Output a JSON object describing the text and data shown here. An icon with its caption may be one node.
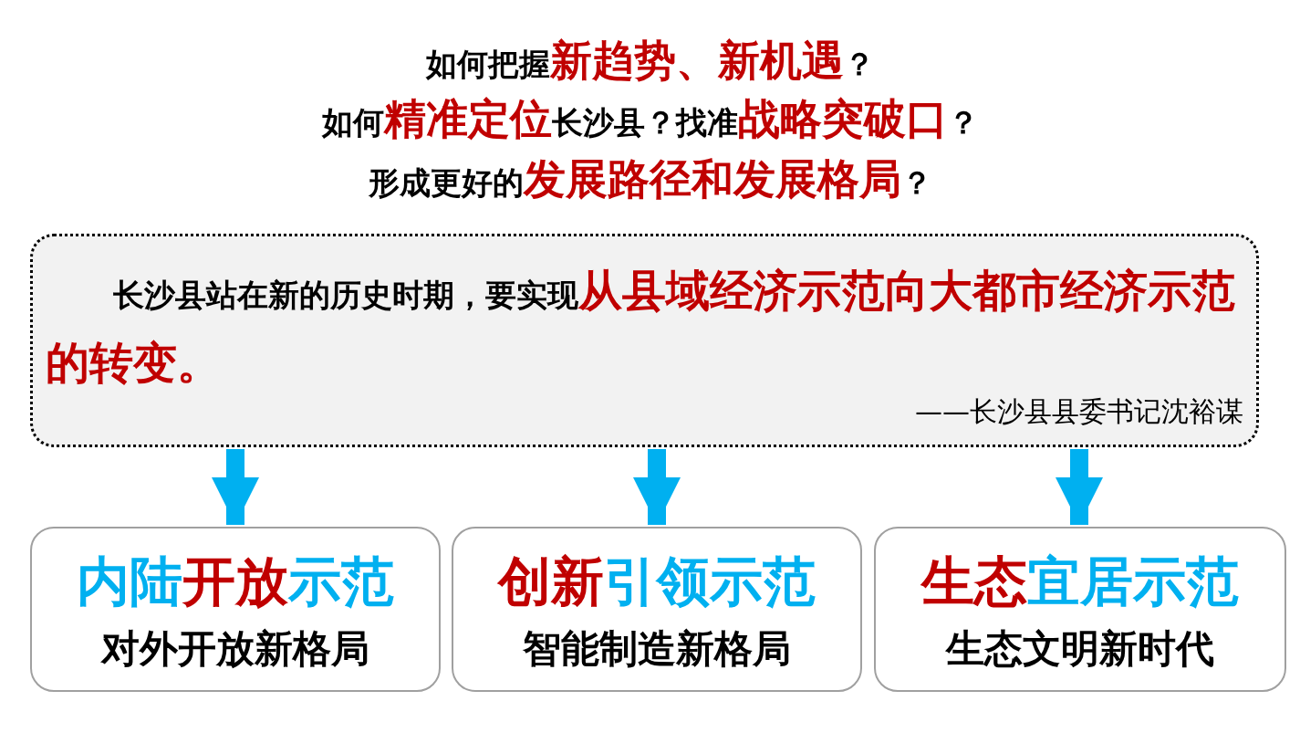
{
  "diagram": {
    "nodes": [
      {
        "text": [
          "长沙县站在新的历史时期，要实现**从县域经济示范向大都市经济示范的转变。**",
          "——长沙县县委书记沈裕谋"
        ]
      },
      {
        "text": [
          "内陆**开放**示范",
          "对外开放新格局"
        ]
      },
      {
        "text": [
          "**创新**引领示范",
          "智能制造新格局"
        ]
      },
      {
        "text": [
          "**生态**宜居示范",
          "生态文明新时代"
        ]
      }
    ],
    "edges": [
      {
        "from": 0,
        "to": 1,
        "arrow": "to"
      },
      {
        "from": 0,
        "to": 2,
        "arrow": "to"
      },
      {
        "from": 0,
        "to": 3,
        "arrow": "to"
      }
    ],
    "labels": [
      "如何把握**新趋势、新机遇**？",
      "如何**精准定位**长沙县？找准**战略突破口**？",
      "形成更好的**发展路径和发展格局**？"
    ]
  }
}
